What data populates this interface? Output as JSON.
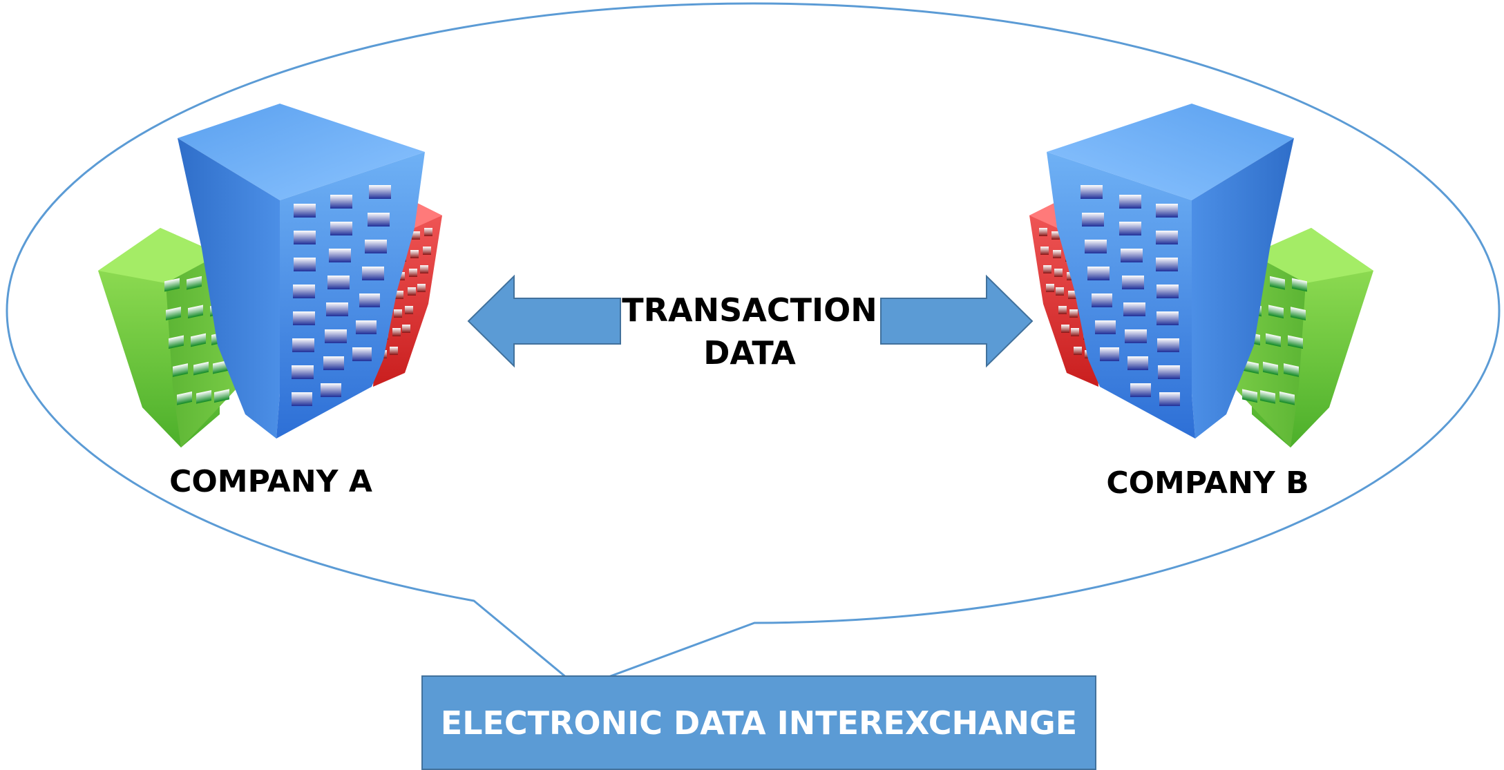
{
  "diagram": {
    "center_label_line1": "TRANSACTION",
    "center_label_line2": "DATA",
    "left_entity": {
      "label": "COMPANY A",
      "icon": "office-buildings-icon"
    },
    "right_entity": {
      "label": "COMPANY B",
      "icon": "office-buildings-icon"
    },
    "callout_box_label": "ELECTRONIC DATA INTEREXCHANGE",
    "arrows": [
      "left-arrow",
      "right-arrow"
    ]
  },
  "colors": {
    "outline": "#5b9bd5",
    "arrow_fill": "#5b9bd5",
    "callout_fill": "#5b9bd5",
    "callout_text": "#ffffff",
    "label_text": "#000000",
    "building_blue": "#4a90e2",
    "building_green": "#7ed321",
    "building_red": "#d0021b"
  }
}
